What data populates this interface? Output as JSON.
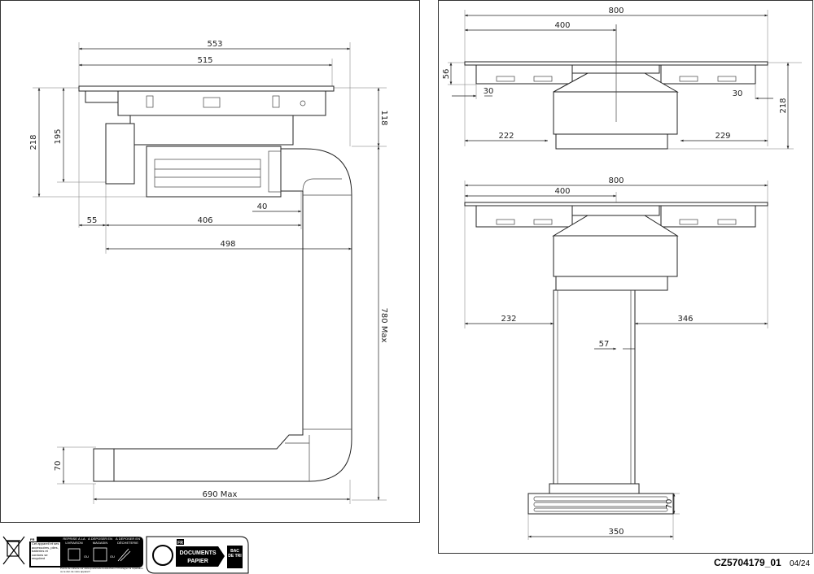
{
  "left_view": {
    "dimensions": {
      "overall_width": "553",
      "hob_width": "515",
      "total_height": "218",
      "body_height": "195",
      "duct_offset_height": "118",
      "left_offset": "55",
      "duct_start": "406",
      "duct_gap": "40",
      "duct_outer": "498",
      "vertical_max": "780 Max",
      "outlet_height": "70",
      "horizontal_max": "690 Max"
    }
  },
  "right_top_view": {
    "dimensions": {
      "overall_width": "800",
      "half_width": "400",
      "hob_height": "56",
      "left_margin": "30",
      "right_margin": "30",
      "total_height": "218",
      "left_clearance": "222",
      "right_clearance": "229"
    }
  },
  "right_bottom_view": {
    "dimensions": {
      "overall_width": "800",
      "half_width": "400",
      "left_clearance": "232",
      "right_clearance": "346",
      "column_offset": "57",
      "grille_height": "70",
      "grille_width": "350"
    }
  },
  "footer": {
    "reference": "CZ5704179_01",
    "date": "04/24",
    "recycling_logo": {
      "country": "FR",
      "text": "Cet appareil et ses accessoires, piles, batteries et cordons se recyclent",
      "option_1": "REPRISE À LA LIVRAISON",
      "option_2": "À DÉPOSER EN MAGASIN",
      "option_3": "À DÉPOSER EN DÉCHETERIE",
      "separator": "OU",
      "footnote": "Points de collecte sur www.quefairedemesdechets.fr Privilégiez la réparation ou le don de votre appareil !"
    },
    "paper_logo": {
      "country": "FR",
      "line1": "DOCUMENTS",
      "line2": "PAPIER",
      "bin": "BAC DE TRI"
    }
  }
}
